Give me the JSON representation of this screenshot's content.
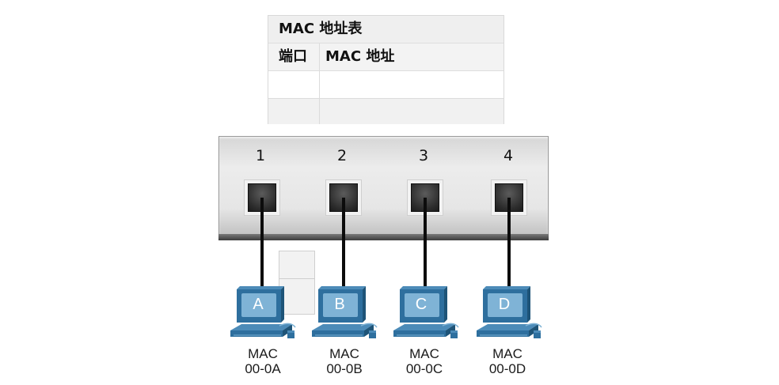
{
  "mac_table": {
    "title": "MAC 地址表",
    "header_port": "端口",
    "header_mac": "MAC 地址",
    "rows": [
      {
        "port": "",
        "mac": ""
      },
      {
        "port": "",
        "mac": ""
      }
    ]
  },
  "switch": {
    "ports": [
      {
        "number": "1"
      },
      {
        "number": "2"
      },
      {
        "number": "3"
      },
      {
        "number": "4"
      }
    ]
  },
  "hosts": [
    {
      "letter": "A",
      "mac_label": "MAC",
      "mac_address": "00-0A"
    },
    {
      "letter": "B",
      "mac_label": "MAC",
      "mac_address": "00-0B"
    },
    {
      "letter": "C",
      "mac_label": "MAC",
      "mac_address": "00-0C"
    },
    {
      "letter": "D",
      "mac_label": "MAC",
      "mac_address": "00-0D"
    }
  ],
  "colors": {
    "pc_blue": "#2e6f9e",
    "pc_screen": "#7fb3d6",
    "cable": "#0c0c0c",
    "port_jack": "#2c2c2c"
  }
}
